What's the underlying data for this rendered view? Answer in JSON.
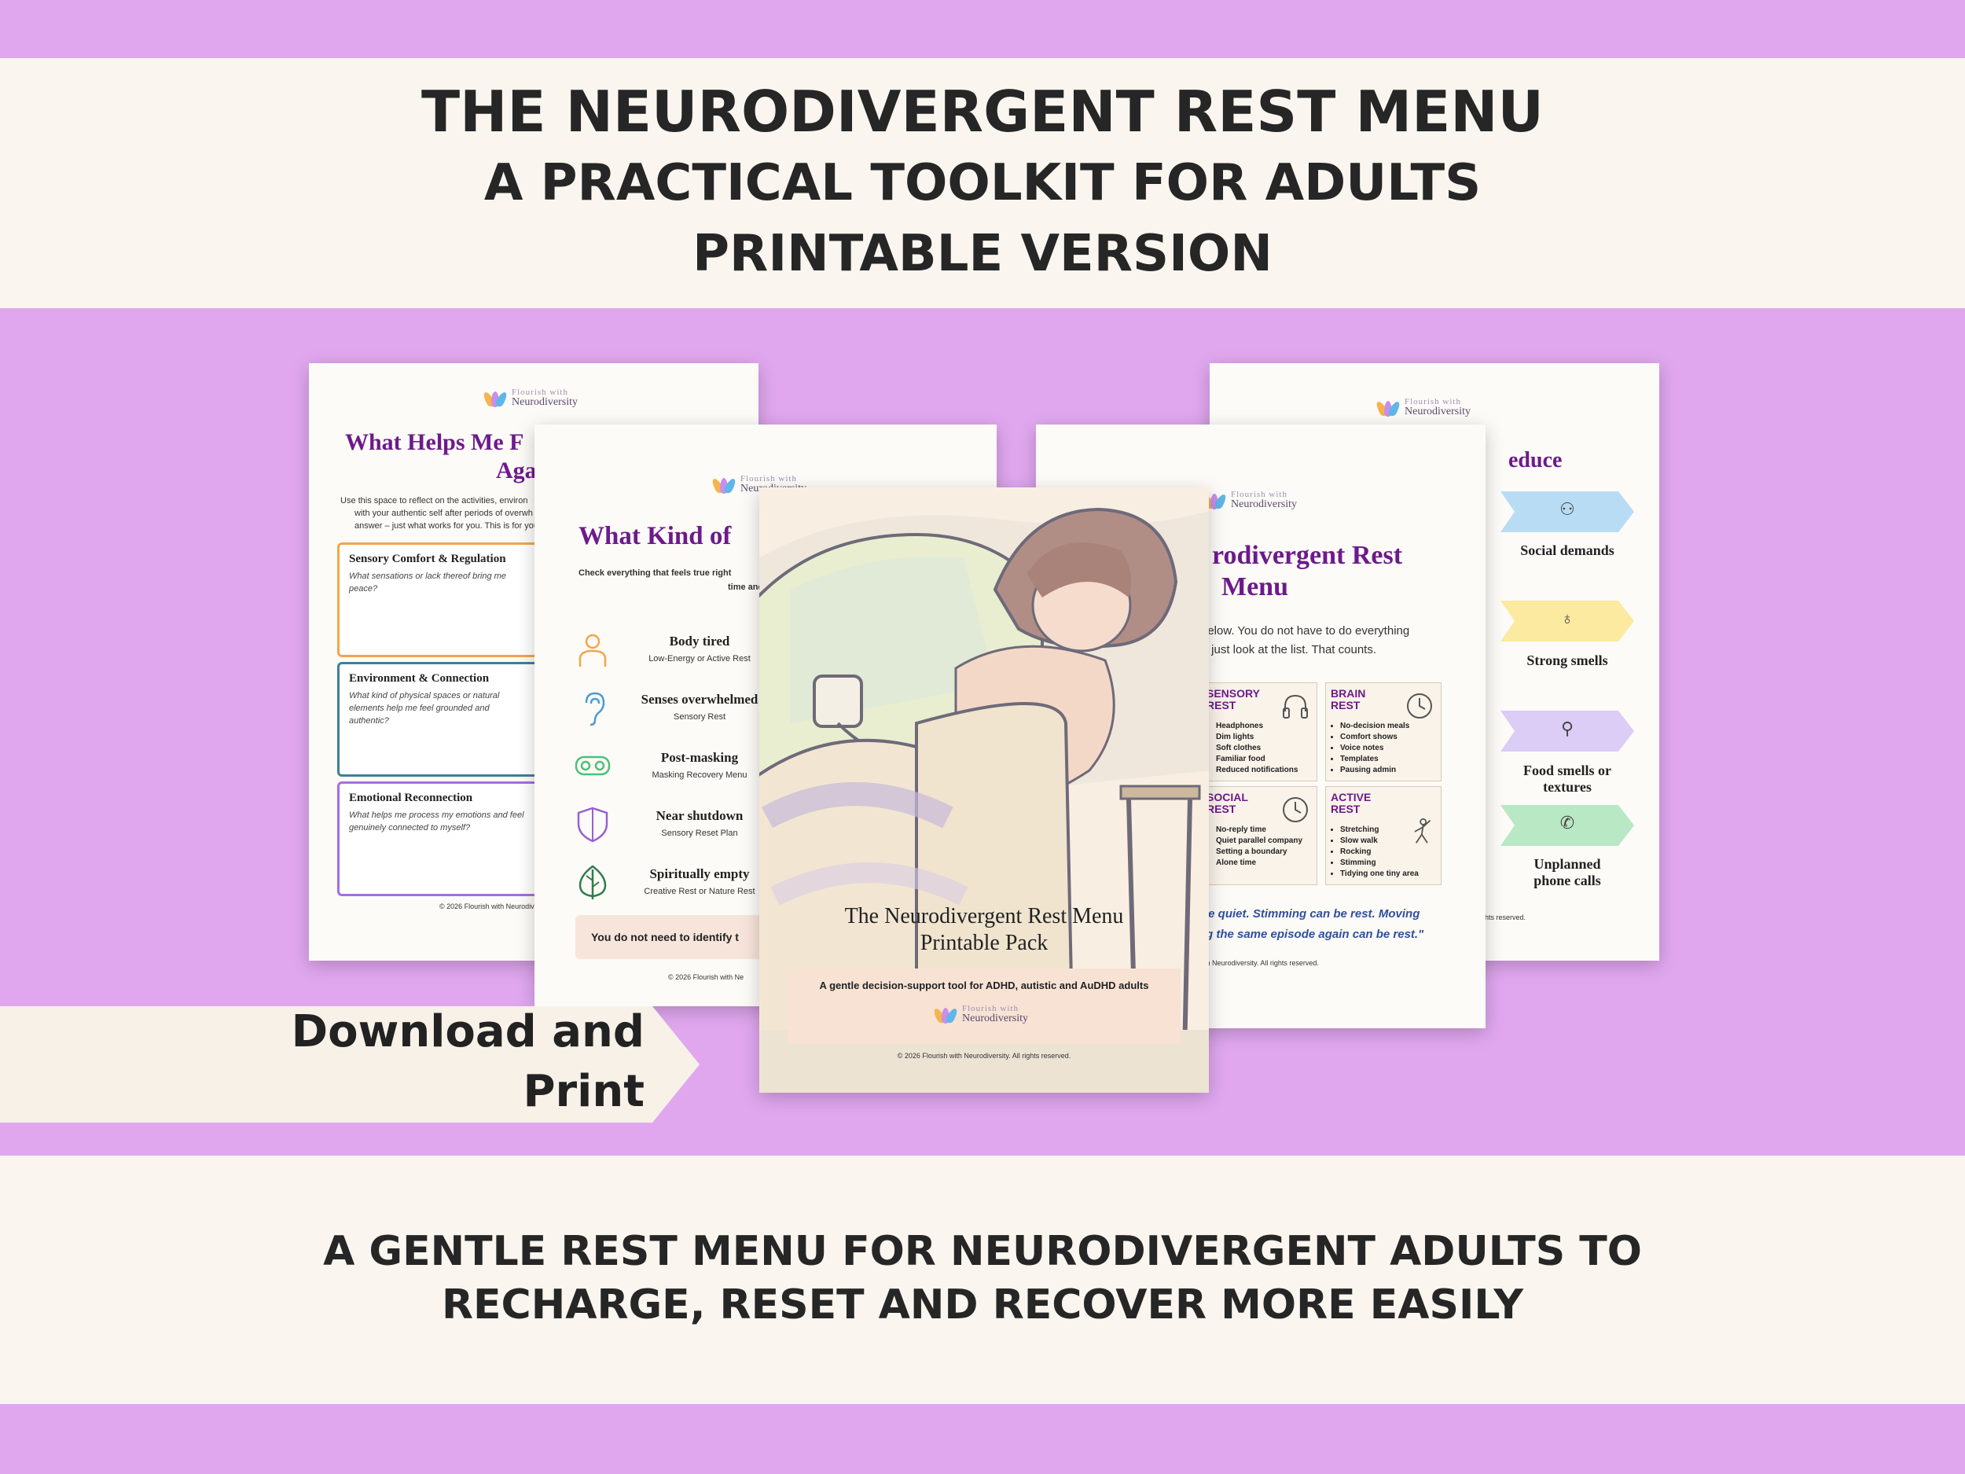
{
  "header": {
    "line1": "THE NEURODIVERGENT REST MENU",
    "line2": "A PRACTICAL TOOLKIT FOR ADULTS",
    "line3": "PRINTABLE VERSION"
  },
  "ribbon": {
    "line1": "Download and",
    "line2": "Print"
  },
  "bottom": {
    "line1": "A GENTLE REST MENU FOR NEURODIVERGENT ADULTS TO",
    "line2": "RECHARGE, RESET AND RECOVER MORE EASILY"
  },
  "logo": {
    "top": "Flourish with",
    "bottom": "Neurodiversity"
  },
  "page_reflect": {
    "title_l1": "What Helps Me F",
    "title_l2": "Agai",
    "intro_l1": "Use this space to reflect on the activities, environ",
    "intro_l2": "with your authentic self after periods of overwh",
    "intro_l3": "answer – just what works for you. This is for your",
    "cards": [
      {
        "title": "Sensory Comfort & Regulation",
        "text": "What sensations or lack thereof bring me peace?"
      },
      {
        "title": "Environment & Connection",
        "text": "What kind of physical spaces or natural elements help me feel grounded and authentic?"
      },
      {
        "title": "Emotional Reconnection",
        "text": "What helps me process my emotions and feel genuinely connected to myself?"
      }
    ],
    "footer": "© 2026 Flourish with Neurodiv"
  },
  "page_kind": {
    "title": "What Kind of",
    "intro_l1": "Check everything that feels true right",
    "intro_l2": "time and that",
    "rows": [
      {
        "title": "Body tired",
        "desc": "Low-Energy or Active Rest",
        "icon": "person-icon",
        "color": "#f2a64a"
      },
      {
        "title": "Senses overwhelmed",
        "desc": "Sensory Rest",
        "icon": "ear-icon",
        "color": "#4d9ad6"
      },
      {
        "title": "Post-masking",
        "desc": "Masking Recovery Menu",
        "icon": "mask-icon",
        "color": "#4fbf7a"
      },
      {
        "title": "Near shutdown",
        "desc": "Sensory Reset Plan",
        "icon": "shield-icon",
        "color": "#9a5fd1"
      },
      {
        "title": "Spiritually empty",
        "desc": "Creative Rest or Nature Rest",
        "icon": "leaf-icon",
        "color": "#2f7d4a"
      }
    ],
    "callout": "You do not need to identify t",
    "footer": "© 2026 Flourish with Ne"
  },
  "page_cover": {
    "title_l1": "The Neurodivergent Rest Menu",
    "title_l2": "Printable Pack",
    "tagline": "A gentle decision-support tool for ADHD, autistic and AuDHD adults",
    "footer": "© 2026 Flourish with Neurodiversity. All rights reserved."
  },
  "page_menu": {
    "title_l1": "rodivergent Rest",
    "title_l2": "Menu",
    "intro_l1": "below. You do not have to do everything",
    "intro_l2": "r just look at the list. That counts.",
    "boxes": [
      {
        "heading_l1": "SENSORY",
        "heading_l2": "REST",
        "items": [
          "Headphones",
          "Dim lights",
          "Soft clothes",
          "Familiar food",
          "Reduced notifications"
        ]
      },
      {
        "heading_l1": "BRAIN",
        "heading_l2": "REST",
        "items": [
          "No-decision meals",
          "Comfort shows",
          "Voice notes",
          "Templates",
          "Pausing admin"
        ]
      },
      {
        "heading_l1": "SOCIAL",
        "heading_l2": "REST",
        "items": [
          "No-reply time",
          "Quiet parallel company",
          "Setting a boundary",
          "Alone time"
        ]
      },
      {
        "heading_l1": "ACTIVE",
        "heading_l2": "REST",
        "items": [
          "Stretching",
          "Slow walk",
          "Rocking",
          "Stimming",
          "Tidying one tiny area"
        ]
      }
    ],
    "quote_l1": "be quiet. Stimming can be rest. Moving",
    "quote_l2": "g the same episode again can be rest.\"",
    "footer": "ith Neurodiversity. All rights reserved."
  },
  "page_reduce": {
    "title": "educe",
    "items": [
      {
        "label_l1": "Social demands",
        "label_l2": "",
        "color": "#b9dcf5",
        "glyph": "⚇"
      },
      {
        "label_l1": "Strong smells",
        "label_l2": "",
        "color": "#fbeaa0",
        "glyph": "♁"
      },
      {
        "label_l1": "Food smells or",
        "label_l2": "textures",
        "color": "#dccdf6",
        "glyph": "⚲"
      },
      {
        "label_l1": "Unplanned",
        "label_l2": "phone calls",
        "color": "#b8e8c4",
        "glyph": "✆"
      }
    ],
    "footer": "ghts reserved."
  }
}
